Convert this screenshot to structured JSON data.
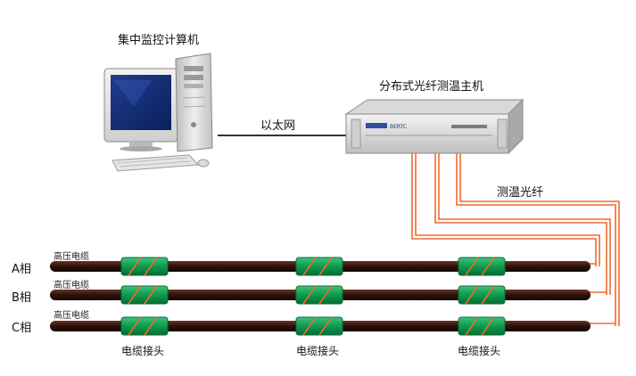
{
  "labels": {
    "computer": "集中监控计算机",
    "host": "分布式光纤测温主机",
    "ethernet": "以太网",
    "fiber": "测温光纤"
  },
  "host_brand": "BERTC",
  "phases": [
    {
      "name": "A相",
      "cable_label": "高压电缆"
    },
    {
      "name": "B相",
      "cable_label": "高压电缆"
    },
    {
      "name": "C相",
      "cable_label": "高压电缆"
    }
  ],
  "joints": [
    "电缆接头",
    "电缆接头",
    "电缆接头"
  ],
  "colors": {
    "cable": "#3a1a10",
    "joint": "#0e9a4f",
    "fiber": "#ef6a2e",
    "ethernet": "#333333"
  }
}
